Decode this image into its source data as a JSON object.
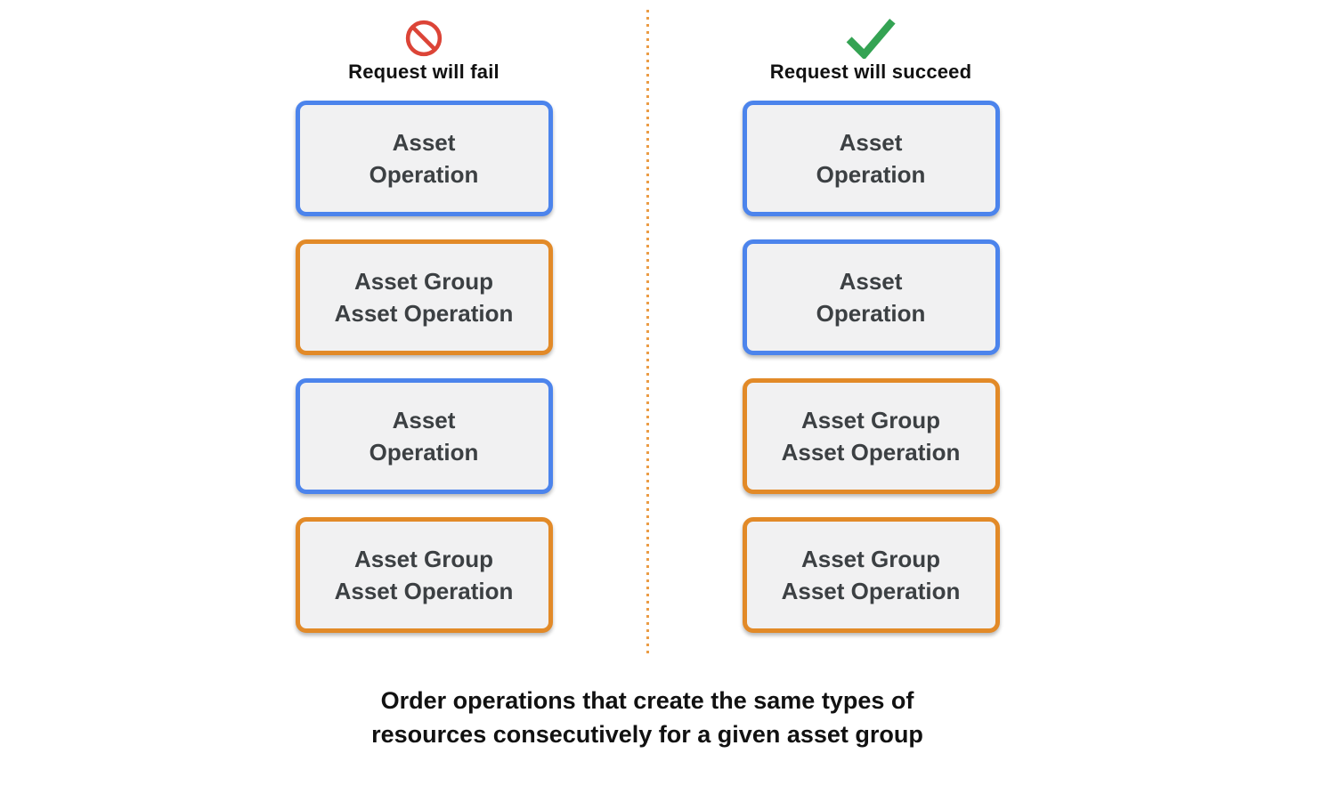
{
  "page": {
    "background": "#FFFFFF"
  },
  "columns": [
    {
      "label": "Request will fail",
      "icon": "prohibited-icon",
      "boxes": [
        {
          "style": "asset",
          "lines": [
            "Asset",
            "Operation"
          ]
        },
        {
          "style": "asset-group",
          "lines": [
            "Asset Group",
            "Asset Operation"
          ]
        },
        {
          "style": "asset",
          "lines": [
            "Asset",
            "Operation"
          ]
        },
        {
          "style": "asset-group",
          "lines": [
            "Asset Group",
            "Asset Operation"
          ]
        }
      ]
    },
    {
      "label": "Request will succeed",
      "icon": "checkmark-icon",
      "boxes": [
        {
          "style": "asset",
          "lines": [
            "Asset",
            "Operation"
          ]
        },
        {
          "style": "asset",
          "lines": [
            "Asset",
            "Operation"
          ]
        },
        {
          "style": "asset-group",
          "lines": [
            "Asset Group",
            "Asset Operation"
          ]
        },
        {
          "style": "asset-group",
          "lines": [
            "Asset Group",
            "Asset Operation"
          ]
        }
      ]
    }
  ],
  "caption": {
    "lines": [
      "Order operations that create the same types of",
      "resources consecutively for a given asset group"
    ]
  },
  "colors": {
    "asset-border": "#4C84EC",
    "asset-group-border": "#E28A28",
    "box-bg": "#F1F1F2",
    "box-text": "#3C4043",
    "fail-icon": "#DC4437",
    "success-icon": "#34A353",
    "divider-dot": "#EB9C45",
    "heading-text": "#111111"
  }
}
